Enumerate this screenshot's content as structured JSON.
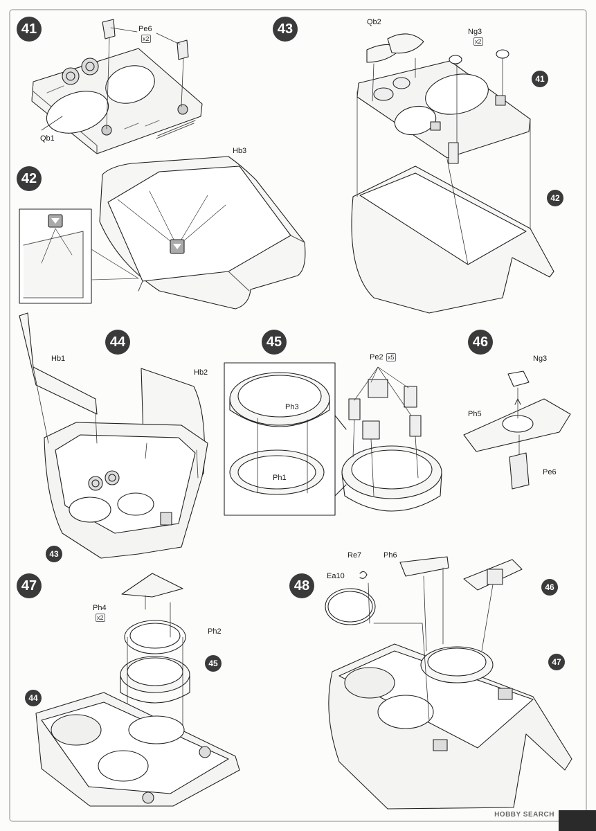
{
  "steps": [
    {
      "number": "41",
      "labels": {
        "pe6": "Pe6",
        "pe6_qty": "x2",
        "qb1": "Qb1"
      }
    },
    {
      "number": "42",
      "labels": {
        "hb3": "Hb3"
      }
    },
    {
      "number": "43",
      "labels": {
        "qb2": "Qb2",
        "ng3": "Ng3",
        "ng3_qty": "x2",
        "ref_41": "41",
        "ref_42": "42"
      }
    },
    {
      "number": "44",
      "labels": {
        "hb1": "Hb1",
        "hb2": "Hb2",
        "ref_43": "43"
      }
    },
    {
      "number": "45",
      "labels": {
        "ph3": "Ph3",
        "ph1": "Ph1",
        "pe2": "Pe2",
        "pe2_qty": "x5"
      }
    },
    {
      "number": "46",
      "labels": {
        "ng3": "Ng3",
        "ph5": "Ph5",
        "pe6": "Pe6"
      }
    },
    {
      "number": "47",
      "labels": {
        "ph4": "Ph4",
        "ph4_qty": "x2",
        "ph2": "Ph2",
        "ref_45": "45",
        "ref_44": "44"
      }
    },
    {
      "number": "48",
      "labels": {
        "re7": "Re7",
        "ph6": "Ph6",
        "ea10": "Ea10",
        "ref_46": "46",
        "ref_47": "47"
      }
    }
  ],
  "watermark": "HOBBY SEARCH"
}
